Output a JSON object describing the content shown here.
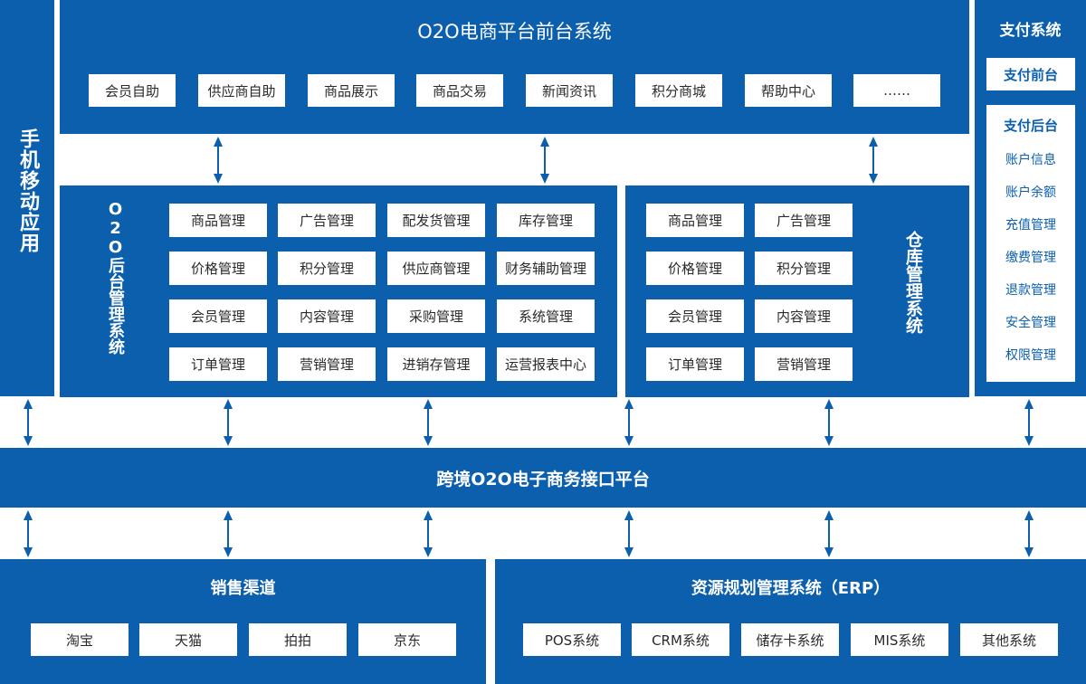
{
  "mobile": {
    "label": "手机移动应用"
  },
  "frontend": {
    "title": "O2O电商平台前台系统",
    "items": [
      "会员自助",
      "供应商自助",
      "商品展示",
      "商品交易",
      "新闻资讯",
      "积分商城",
      "帮助中心",
      "……"
    ]
  },
  "backend": {
    "title": "O2O后台管理系统",
    "items": [
      "商品管理",
      "广告管理",
      "配发货管理",
      "库存管理",
      "价格管理",
      "积分管理",
      "供应商管理",
      "财务辅助管理",
      "会员管理",
      "内容管理",
      "采购管理",
      "系统管理",
      "订单管理",
      "营销管理",
      "进销存管理",
      "运营报表中心"
    ]
  },
  "warehouse": {
    "title": "仓库管理系统",
    "items": [
      "商品管理",
      "广告管理",
      "价格管理",
      "积分管理",
      "会员管理",
      "内容管理",
      "订单管理",
      "营销管理"
    ]
  },
  "payment": {
    "title": "支付系统",
    "front_label": "支付前台",
    "back_title": "支付后台",
    "back_items": [
      "账户信息",
      "账户余额",
      "充值管理",
      "缴费管理",
      "退款管理",
      "安全管理",
      "权限管理"
    ]
  },
  "interface": {
    "title": "跨境O2O电子商务接口平台"
  },
  "sales": {
    "title": "销售渠道",
    "items": [
      "淘宝",
      "天猫",
      "拍拍",
      "京东"
    ]
  },
  "erp": {
    "title": "资源规划管理系统（ERP）",
    "items": [
      "POS系统",
      "CRM系统",
      "储存卡系统",
      "MIS系统",
      "其他系统"
    ]
  },
  "colors": {
    "primary": "#0b5fad",
    "box": "#ffffff",
    "text": "#2a2a2a"
  }
}
